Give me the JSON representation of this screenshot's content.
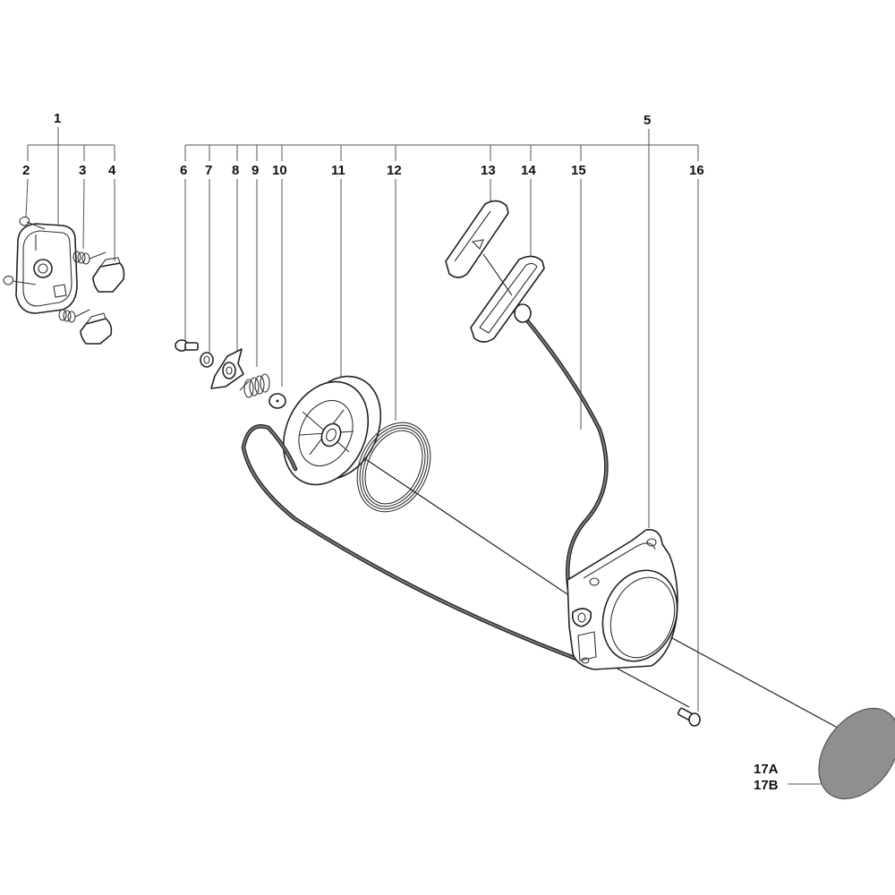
{
  "callouts": [
    {
      "id": "c1",
      "text": "1"
    },
    {
      "id": "c2",
      "text": "2"
    },
    {
      "id": "c3",
      "text": "3"
    },
    {
      "id": "c4",
      "text": "4"
    },
    {
      "id": "c5",
      "text": "5"
    },
    {
      "id": "c6",
      "text": "6"
    },
    {
      "id": "c7",
      "text": "7"
    },
    {
      "id": "c8",
      "text": "8"
    },
    {
      "id": "c9",
      "text": "9"
    },
    {
      "id": "c10",
      "text": "10"
    },
    {
      "id": "c11",
      "text": "11"
    },
    {
      "id": "c12",
      "text": "12"
    },
    {
      "id": "c13",
      "text": "13"
    },
    {
      "id": "c14",
      "text": "14"
    },
    {
      "id": "c15",
      "text": "15"
    },
    {
      "id": "c16",
      "text": "16"
    },
    {
      "id": "c17a",
      "text": "17A"
    },
    {
      "id": "c17b",
      "text": "17B"
    }
  ]
}
